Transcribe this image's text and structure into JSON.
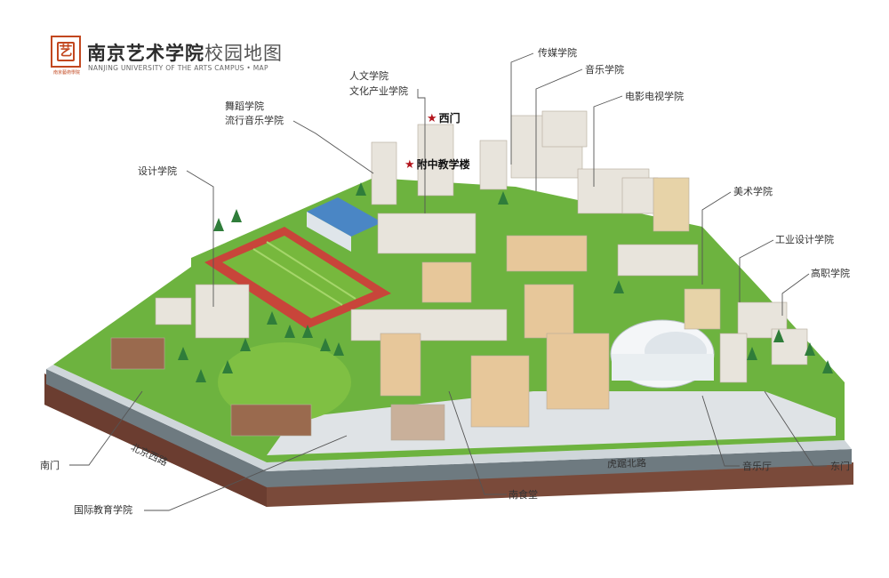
{
  "header": {
    "logo_glyph": "艺",
    "logo_caption": "南京藝術學院",
    "title_main": "南京艺术学院",
    "title_sub": "校园地图",
    "subtitle": "NANJING UNIVERSITY OF THE ARTS CAMPUS • MAP"
  },
  "labels": {
    "chuanmei": "传媒学院",
    "yinyue": "音乐学院",
    "dianying": "电影电视学院",
    "renwen": "人文学院",
    "wenhua": "文化产业学院",
    "wudao": "舞蹈学院",
    "liuxing": "流行音乐学院",
    "ximen": "西门",
    "fuzhong": "附中教学楼",
    "sheji": "设计学院",
    "meishu": "美术学院",
    "gongye": "工业设计学院",
    "gaozhi": "高职学院",
    "nanmen": "南门",
    "guoji": "国际教育学院",
    "nanshitang": "南食堂",
    "yinyueting": "音乐厅",
    "dongmen": "东门"
  },
  "roads": {
    "beijing_xilu": "北京西路",
    "huju_beilu": "虎踞北路"
  },
  "colors": {
    "brand": "#c2471f",
    "star": "#b3141c",
    "grass": "#8cc63f",
    "track": "#c8453a",
    "road": "#6e7a80",
    "soil": "#7a4a3a"
  }
}
